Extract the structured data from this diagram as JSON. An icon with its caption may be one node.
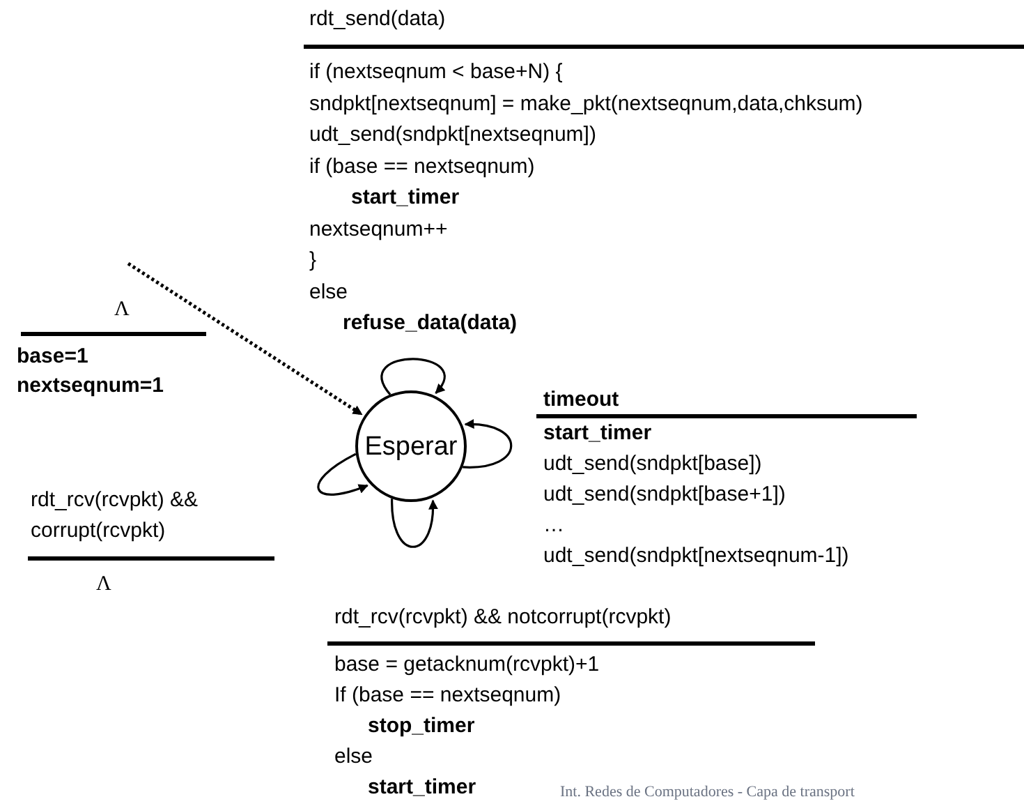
{
  "diagram": {
    "nodes": [
      {
        "text": [
          "rdt_send(data)",
          "if (nextseqnum < base+N) {",
          "sndpkt[nextseqnum] = make_pkt(nextseqnum,data,chksum)",
          "udt_send(sndpkt[nextseqnum])",
          "if (base == nextseqnum)",
          "start_timer",
          "nextseqnum++",
          "}",
          "else",
          "refuse_data(data)"
        ]
      },
      {
        "text": [
          "Λ",
          "base=1",
          "nextseqnum=1"
        ]
      },
      {
        "text": [
          "Esperar"
        ]
      },
      {
        "text": [
          "timeout",
          "start_timer",
          "udt_send(sndpkt[base])",
          "udt_send(sndpkt[base+1])",
          "…",
          "udt_send(sndpkt[nextseqnum-1])"
        ]
      },
      {
        "text": [
          "rdt_rcv(rcvpkt) && corrupt(rcvpkt)",
          "Λ"
        ]
      },
      {
        "text": [
          "rdt_rcv(rcvpkt) && notcorrupt(rcvpkt)",
          "base = getacknum(rcvpkt)+1",
          "If (base == nextseqnum)",
          "stop_timer",
          "else",
          "start_timer"
        ]
      }
    ],
    "edges": [
      {
        "from": null,
        "to": 2,
        "arrow": "to",
        "style": "dashed"
      },
      {
        "from": 2,
        "to": 2,
        "arrow": "to"
      },
      {
        "from": 2,
        "to": 2,
        "arrow": "to"
      },
      {
        "from": 2,
        "to": 2,
        "arrow": "to"
      },
      {
        "from": 2,
        "to": 2,
        "arrow": "to"
      }
    ],
    "labels": [
      "Int. Redes de Computadores - Capa de transport"
    ]
  }
}
